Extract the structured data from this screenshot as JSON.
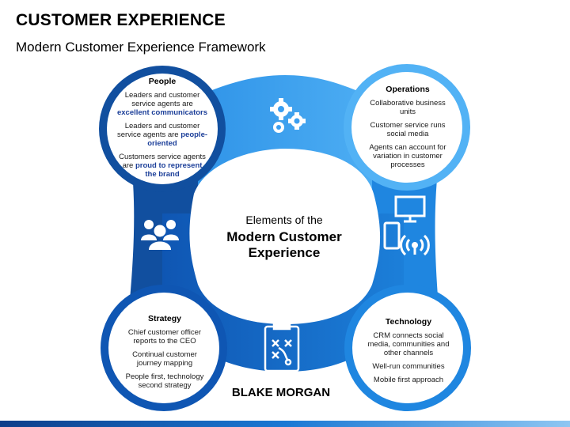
{
  "header": {
    "title": "CUSTOMER EXPERIENCE",
    "subtitle": "Modern Customer Experience Framework"
  },
  "center": {
    "pre": "Elements of the",
    "main_line1": "Modern Customer",
    "main_line2": "Experience"
  },
  "author": "BLAKE MORGAN",
  "quadrants": {
    "people": {
      "title": "People",
      "items": [
        {
          "plain": "Leaders and customer service agents are",
          "highlight": "excellent communicators"
        },
        {
          "plain": "Leaders and customer service agents are",
          "highlight": "people-oriented"
        },
        {
          "plain": "Customers service agents are",
          "highlight": "proud to represent the brand"
        }
      ]
    },
    "operations": {
      "title": "Operations",
      "items": [
        "Collaborative business units",
        "Customer service runs social media",
        "Agents can account for variation in customer processes"
      ]
    },
    "strategy": {
      "title": "Strategy",
      "items": [
        "Chief customer officer reports to the CEO",
        "Continual customer journey mapping",
        "People first, technology second strategy"
      ]
    },
    "technology": {
      "title": "Technology",
      "items": [
        "CRM connects social media, communities and other channels",
        "Well-run communities",
        "Mobile first approach"
      ]
    }
  },
  "icons": [
    "gears-icon",
    "people-group-icon",
    "devices-icon",
    "clipboard-strategy-icon"
  ],
  "colors": {
    "dark_blue": "#0f4fa8",
    "mid_blue": "#1f86e0",
    "light_blue": "#4aa8f0",
    "highlight_text": "#1c3f99"
  }
}
